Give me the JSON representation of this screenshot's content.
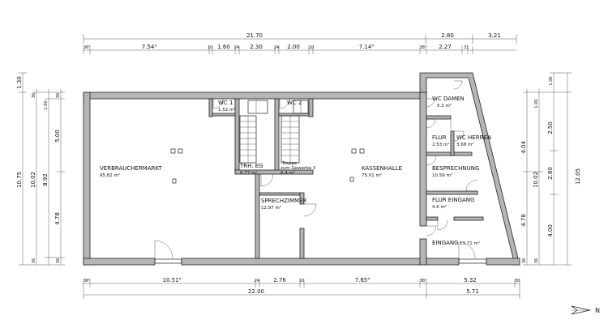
{
  "dimensions": {
    "top_total": [
      "21.70",
      "2.80",
      "3.21"
    ],
    "top_segments": [
      "36⁵",
      "7.54⁵",
      "10",
      "1.60",
      "24",
      "2.30",
      "24",
      "2.00",
      "10",
      "7.14⁵",
      "36⁵",
      "2.27",
      "31"
    ],
    "bottom_segments": [
      "36⁵",
      "10.51⁵",
      "24",
      "2.76",
      "10",
      "7.65⁵",
      "36⁵",
      "5.32",
      "30"
    ],
    "bottom_total": [
      "22.00",
      "5.71"
    ],
    "left_outer": [
      "1.30",
      "10.75"
    ],
    "left_mid": [
      "10.02"
    ],
    "left_inner": [
      "8.92"
    ],
    "left_segments": [
      "5.00",
      "4.78"
    ],
    "left_small": [
      "36",
      "36",
      "1.00",
      "36",
      "36"
    ],
    "right_outer": [
      "12.05"
    ],
    "right_mid": [
      "10.02"
    ],
    "right_inner": [
      "2.50",
      "2.80",
      "4.00"
    ],
    "right_segments": [
      "4.04",
      "4.78"
    ],
    "right_small": [
      "1.00",
      "1.00",
      "36",
      "36"
    ]
  },
  "rooms": {
    "verbrauchermarkt": {
      "name": "VERBRAUCHERMARKT",
      "area": "95.82 m²"
    },
    "wc1": {
      "name": "WC 1",
      "area": "1.52 m²"
    },
    "wc2": {
      "name": "WC 2",
      "area": ""
    },
    "trh_eg": {
      "name": "TRH. EG",
      "area": "6.77 m²"
    },
    "treppe": {
      "name": "Treppe",
      "subtitle": "zum Gewerbe 3",
      "area": "6.4 m²"
    },
    "kassenhalle": {
      "name": "KASSENHALLE",
      "area": "75.01 m²"
    },
    "sprechzimmer": {
      "name": "SPRECHZIMMER",
      "area": "12.97 m²"
    },
    "wc_damen": {
      "name": "WC DAMEN",
      "area": "5.3 m²"
    },
    "flur": {
      "name": "FLUR",
      "area": "2.53 m²"
    },
    "wc_herren": {
      "name": "WC HERREN",
      "area": "3.68 m²"
    },
    "besprechnung": {
      "name": "BESPRECHNUNG",
      "area": "10.59 m²"
    },
    "flur_eingang": {
      "name": "FLUR EINGANG",
      "area": "4.6 m²"
    },
    "eingang": {
      "name": "EINGANG",
      "area": "13.71 m²"
    }
  },
  "north_arrow": {
    "label": "N"
  }
}
